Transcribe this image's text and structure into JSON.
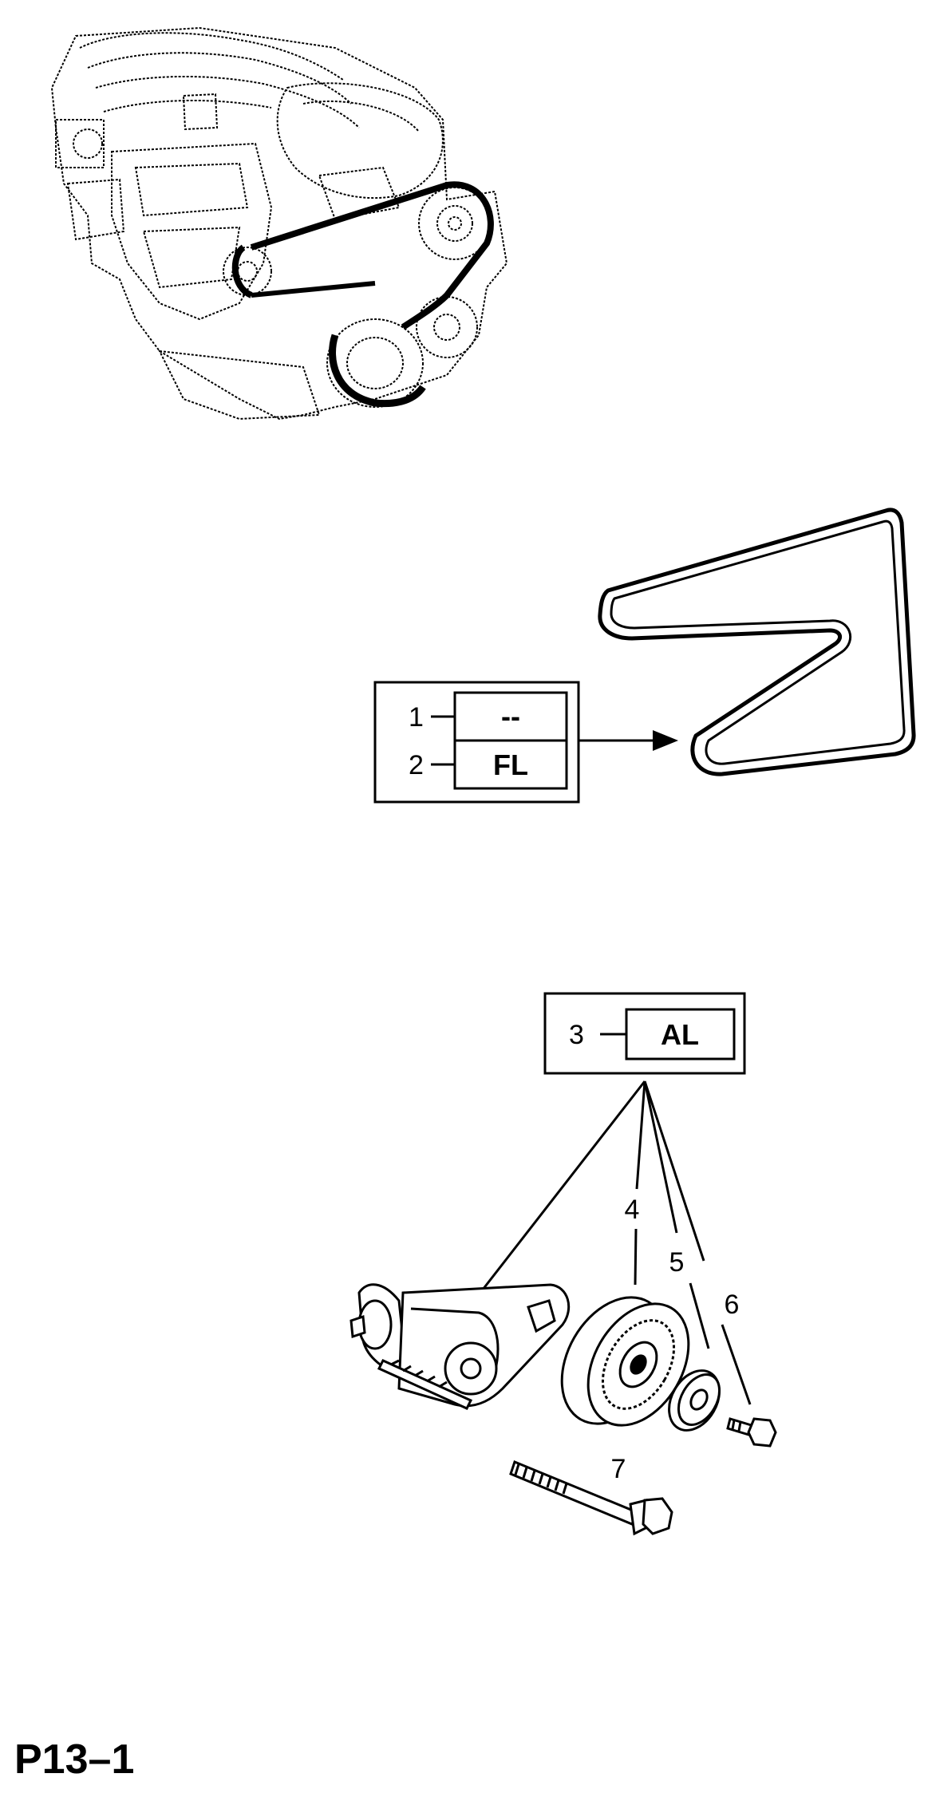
{
  "page_id": "P13–1",
  "belt_box": {
    "callouts": [
      {
        "number": "1",
        "code": "--"
      },
      {
        "number": "2",
        "code": "FL"
      }
    ]
  },
  "tensioner_box": {
    "callouts": [
      {
        "number": "3",
        "code": "AL"
      }
    ]
  },
  "part_labels": {
    "p4": "4",
    "p5": "5",
    "p6": "6",
    "p7": "7"
  },
  "icons": [
    "engine-illustration",
    "drive-belt",
    "belt-tensioner",
    "idler-pulley",
    "washer",
    "small-bolt",
    "long-bolt"
  ]
}
